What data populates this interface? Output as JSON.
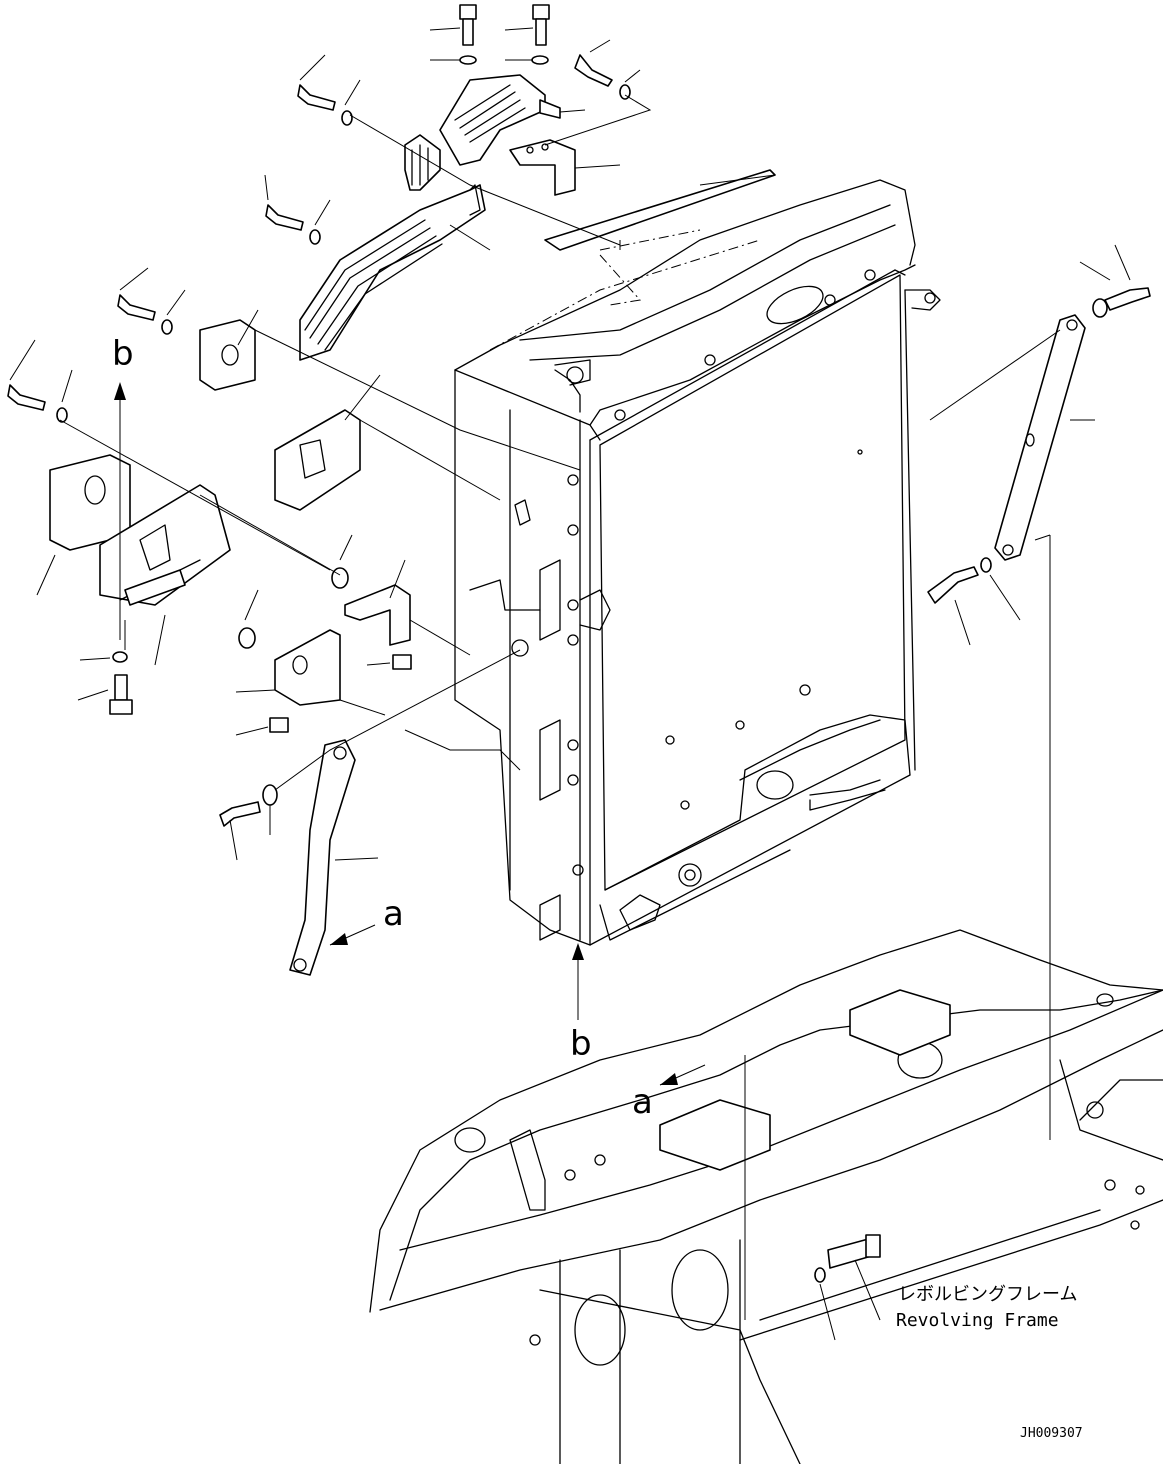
{
  "labels": {
    "arrow_a_upper": "a",
    "arrow_a_lower": "a",
    "arrow_b_left": "b",
    "arrow_b_lower": "b"
  },
  "caption": {
    "japanese": "レボルビングフレーム",
    "english": "Revolving Frame"
  },
  "drawing_id": "JH009307"
}
